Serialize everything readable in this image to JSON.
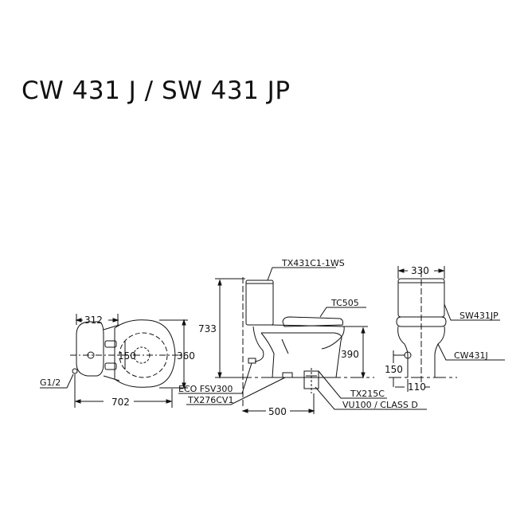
{
  "title": "CW 431 J / SW 431 JP",
  "top_view": {
    "dimensions": {
      "tank_depth": "312",
      "center_spacing": "150",
      "bowl_width": "360",
      "overall_length": "702"
    },
    "labels": {
      "inlet": "G1/2"
    }
  },
  "side_view": {
    "dimensions": {
      "height": "733",
      "seat_height": "390",
      "rough_in": "500"
    },
    "labels": {
      "tank": "TX431C1-1WS",
      "seat": "TC505",
      "valve": "ECO FSV300",
      "hose": "TX276CV1",
      "flange": "TX215C",
      "outlet": "VU100 / CLASS D"
    }
  },
  "front_view": {
    "dimensions": {
      "tank_width": "330",
      "inlet_height": "150",
      "inlet_offset": "110"
    },
    "labels": {
      "tank_model": "SW431JP",
      "bowl_model": "CW431J"
    }
  }
}
